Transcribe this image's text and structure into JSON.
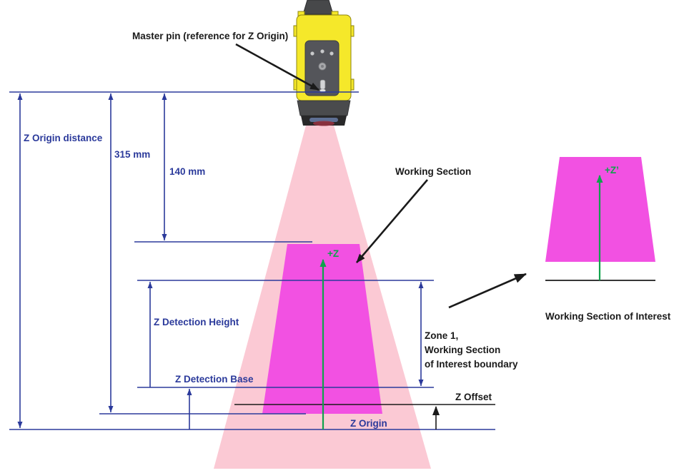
{
  "title": "Sensor Z-axis working section diagram",
  "labels": {
    "master_pin": "Master pin (reference for Z Origin)",
    "z_origin_distance": "Z Origin distance",
    "dim_315": "315 mm",
    "dim_140": "140 mm",
    "working_section": "Working Section",
    "z_detection_height": "Z Detection Height",
    "z_detection_base": "Z Detection Base",
    "zone1_line1": "Zone 1,",
    "zone1_line2": "Working Section",
    "zone1_line3": "of Interest boundary",
    "z_offset": "Z Offset",
    "z_origin": "Z Origin",
    "plus_z": "+Z",
    "plus_z_prime": "+Z’",
    "working_section_of_interest": "Working Section of Interest"
  },
  "colors": {
    "blue": "#2B3A9B",
    "black": "#1A1A1A",
    "green": "#0FA24C",
    "magenta": "#F251E2",
    "pink": "#FBC9D4",
    "yellow": "#F5E82A"
  }
}
